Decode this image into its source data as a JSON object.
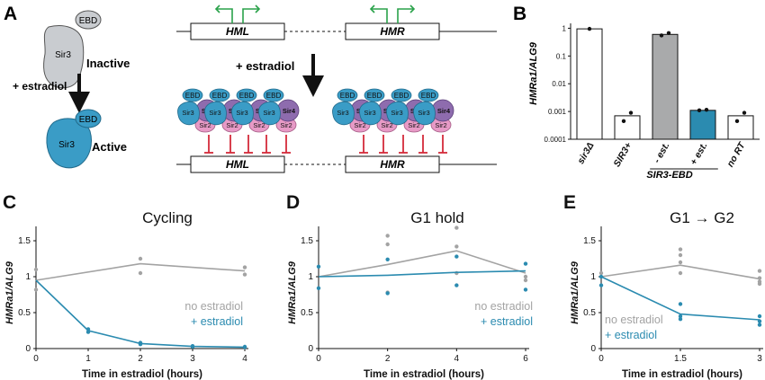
{
  "panels": {
    "a": "A",
    "b": "B",
    "c": "C",
    "d": "D",
    "e": "E"
  },
  "schematic": {
    "ebd": "EBD",
    "sir3": "Sir3",
    "sir4": "Sir4",
    "sir2": "Sir2",
    "inactive": "Inactive",
    "active": "Active",
    "plus_estradiol": "+ estradiol",
    "hml": "HML",
    "hmr": "HMR",
    "colors": {
      "gray_protein": "#c9ccd0",
      "blue_protein": "#3a9cc6",
      "purple_sir4": "#8e6cae",
      "pink_sir2": "#e79ac6",
      "repression": "#d42a3a",
      "arrow_green": "#2aa24a"
    }
  },
  "chart_b": {
    "ylabel": "HMRa1/ALG9",
    "yticks": [
      "1",
      "0.1",
      "0.01",
      "0.001",
      "0.0001"
    ],
    "group_label": "SIR3-EBD",
    "chart_data": {
      "type": "bar",
      "scale": "log",
      "ylim": [
        0.0001,
        1.5
      ],
      "categories": [
        "sir3Δ",
        "SIR3+",
        "- est.",
        "+ est.",
        "no RT"
      ],
      "values": [
        0.95,
        0.0007,
        0.6,
        0.0011,
        0.0007
      ],
      "points": [
        [
          0.95
        ],
        [
          0.00045,
          0.0009
        ],
        [
          0.55,
          0.67
        ],
        [
          0.0011,
          0.00115
        ],
        [
          0.00045,
          0.0009
        ]
      ],
      "colors": [
        "#ffffff",
        "#ffffff",
        "#a9aaab",
        "#2b8bb0",
        "#ffffff"
      ]
    }
  },
  "line_charts": [
    {
      "panel": "C",
      "title": "Cycling",
      "xlabel": "Time in estradiol (hours)",
      "ylabel": "HMRa1/ALG9",
      "xlim": [
        0,
        4
      ],
      "ylim": [
        0,
        1.7
      ],
      "xticks": [
        "0",
        "1",
        "2",
        "3",
        "4"
      ],
      "yticks": [
        "0",
        "0.5",
        "1",
        "1.5"
      ],
      "legend": {
        "no": "no estradiol",
        "plus": "+ estradiol"
      },
      "series": [
        {
          "name": "no estradiol",
          "color": "#a3a3a3",
          "x": [
            0,
            2,
            4
          ],
          "y": [
            0.95,
            1.18,
            1.08
          ],
          "points": [
            [
              0,
              1.1
            ],
            [
              0,
              0.82
            ],
            [
              2,
              1.25
            ],
            [
              2,
              1.05
            ],
            [
              4,
              1.13
            ],
            [
              4,
              1.03
            ]
          ]
        },
        {
          "name": "+ estradiol",
          "color": "#2b8bb0",
          "x": [
            0,
            1,
            2,
            3,
            4
          ],
          "y": [
            0.95,
            0.25,
            0.07,
            0.03,
            0.02
          ],
          "points": [
            [
              1,
              0.27
            ],
            [
              1,
              0.23
            ],
            [
              2,
              0.08
            ],
            [
              2,
              0.06
            ],
            [
              3,
              0.035
            ],
            [
              3,
              0.025
            ],
            [
              4,
              0.025
            ],
            [
              4,
              0.02
            ]
          ]
        }
      ]
    },
    {
      "panel": "D",
      "title": "G1 hold",
      "xlabel": "Time in estradiol (hours)",
      "ylabel": "HMRa1/ALG9",
      "xlim": [
        0,
        6
      ],
      "ylim": [
        0,
        1.7
      ],
      "xticks": [
        "0",
        "2",
        "4",
        "6"
      ],
      "yticks": [
        "0",
        "0.5",
        "1",
        "1.5"
      ],
      "legend": {
        "no": "no estradiol",
        "plus": "+ estradiol"
      },
      "series": [
        {
          "name": "no estradiol",
          "color": "#a3a3a3",
          "x": [
            0,
            2,
            4,
            6
          ],
          "y": [
            1.0,
            1.17,
            1.36,
            1.05
          ],
          "points": [
            [
              2,
              1.57
            ],
            [
              2,
              1.45
            ],
            [
              2,
              0.78
            ],
            [
              4,
              1.68
            ],
            [
              4,
              1.42
            ],
            [
              4,
              1.05
            ],
            [
              6,
              1.0
            ],
            [
              6,
              0.95
            ]
          ]
        },
        {
          "name": "+ estradiol",
          "color": "#2b8bb0",
          "x": [
            0,
            2,
            4,
            6
          ],
          "y": [
            1.0,
            1.02,
            1.06,
            1.08
          ],
          "points": [
            [
              0,
              1.14
            ],
            [
              0,
              0.84
            ],
            [
              2,
              1.24
            ],
            [
              2,
              0.77
            ],
            [
              4,
              1.28
            ],
            [
              4,
              0.88
            ],
            [
              6,
              1.18
            ],
            [
              6,
              0.82
            ]
          ]
        }
      ]
    },
    {
      "panel": "E",
      "title": "G1 → G2",
      "xlabel": "Time in estradiol (hours)",
      "ylabel": "HMRa1/ALG9",
      "xlim": [
        0,
        3
      ],
      "ylim": [
        0,
        1.7
      ],
      "xticks": [
        "0",
        "1.5",
        "3"
      ],
      "yticks": [
        "0",
        "0.5",
        "1",
        "1.5"
      ],
      "legend": {
        "no": "no estradiol",
        "plus": "+ estradiol"
      },
      "series": [
        {
          "name": "no estradiol",
          "color": "#a3a3a3",
          "x": [
            0,
            1.5,
            3
          ],
          "y": [
            1.0,
            1.16,
            0.97
          ],
          "points": [
            [
              0,
              1.05
            ],
            [
              1.5,
              1.38
            ],
            [
              1.5,
              1.3
            ],
            [
              1.5,
              1.2
            ],
            [
              1.5,
              1.05
            ],
            [
              3,
              1.08
            ],
            [
              3,
              0.98
            ],
            [
              3,
              0.93
            ],
            [
              3,
              0.9
            ]
          ]
        },
        {
          "name": "+ estradiol",
          "color": "#2b8bb0",
          "x": [
            0,
            1.5,
            3
          ],
          "y": [
            1.0,
            0.48,
            0.4
          ],
          "points": [
            [
              0,
              1.0
            ],
            [
              0,
              0.88
            ],
            [
              1.5,
              0.62
            ],
            [
              1.5,
              0.45
            ],
            [
              1.5,
              0.41
            ],
            [
              3,
              0.45
            ],
            [
              3,
              0.38
            ],
            [
              3,
              0.33
            ]
          ]
        }
      ]
    }
  ]
}
